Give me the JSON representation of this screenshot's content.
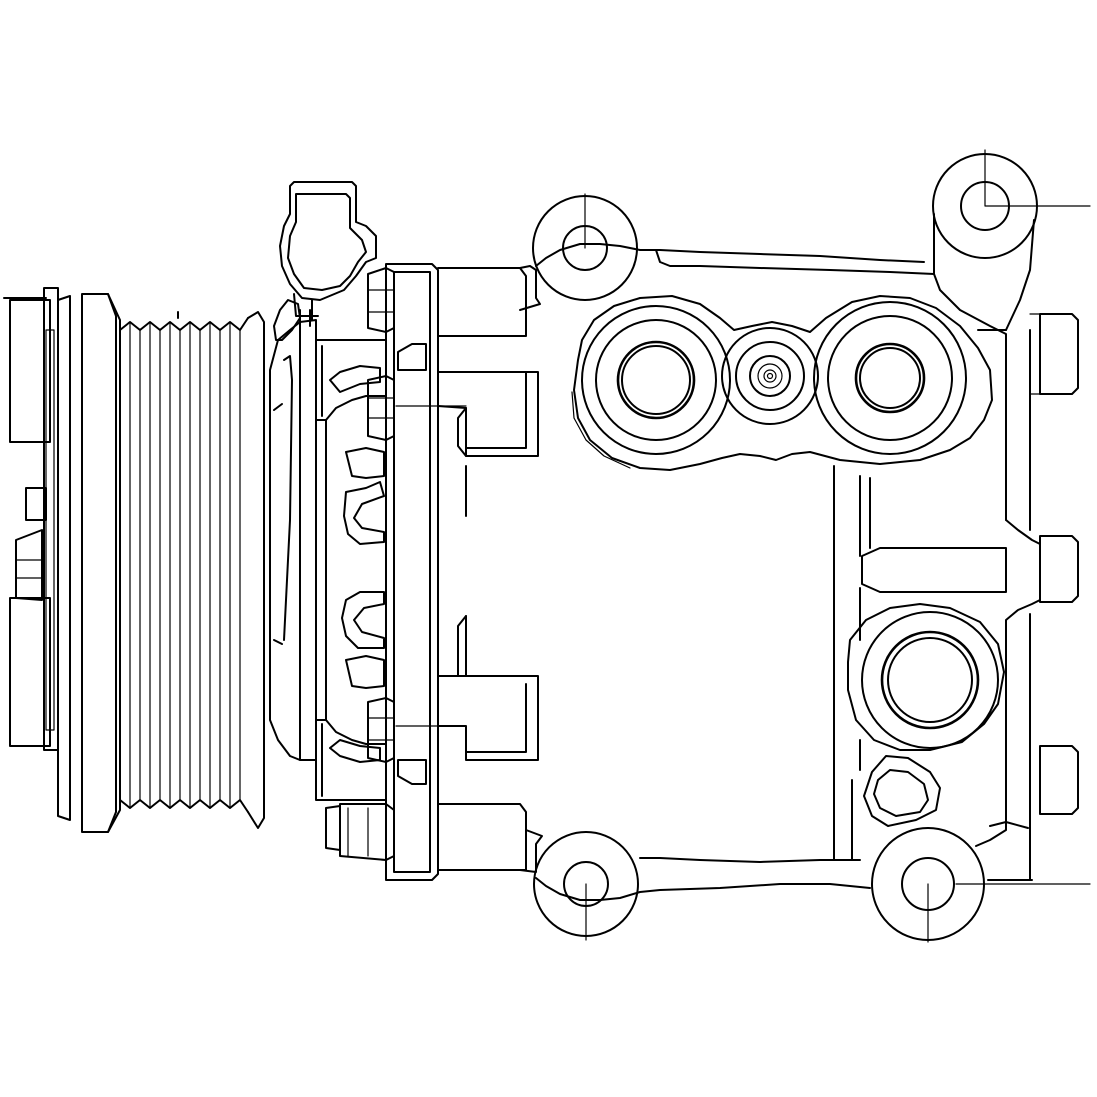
{
  "drawing": {
    "line_color": "#000000",
    "background_color": "#ffffff",
    "components": [
      "clutch-plate",
      "drive-pulley",
      "electrical-connector",
      "front-housing",
      "rear-housing",
      "refrigerant-ports",
      "mounting-ears",
      "bolts"
    ]
  }
}
